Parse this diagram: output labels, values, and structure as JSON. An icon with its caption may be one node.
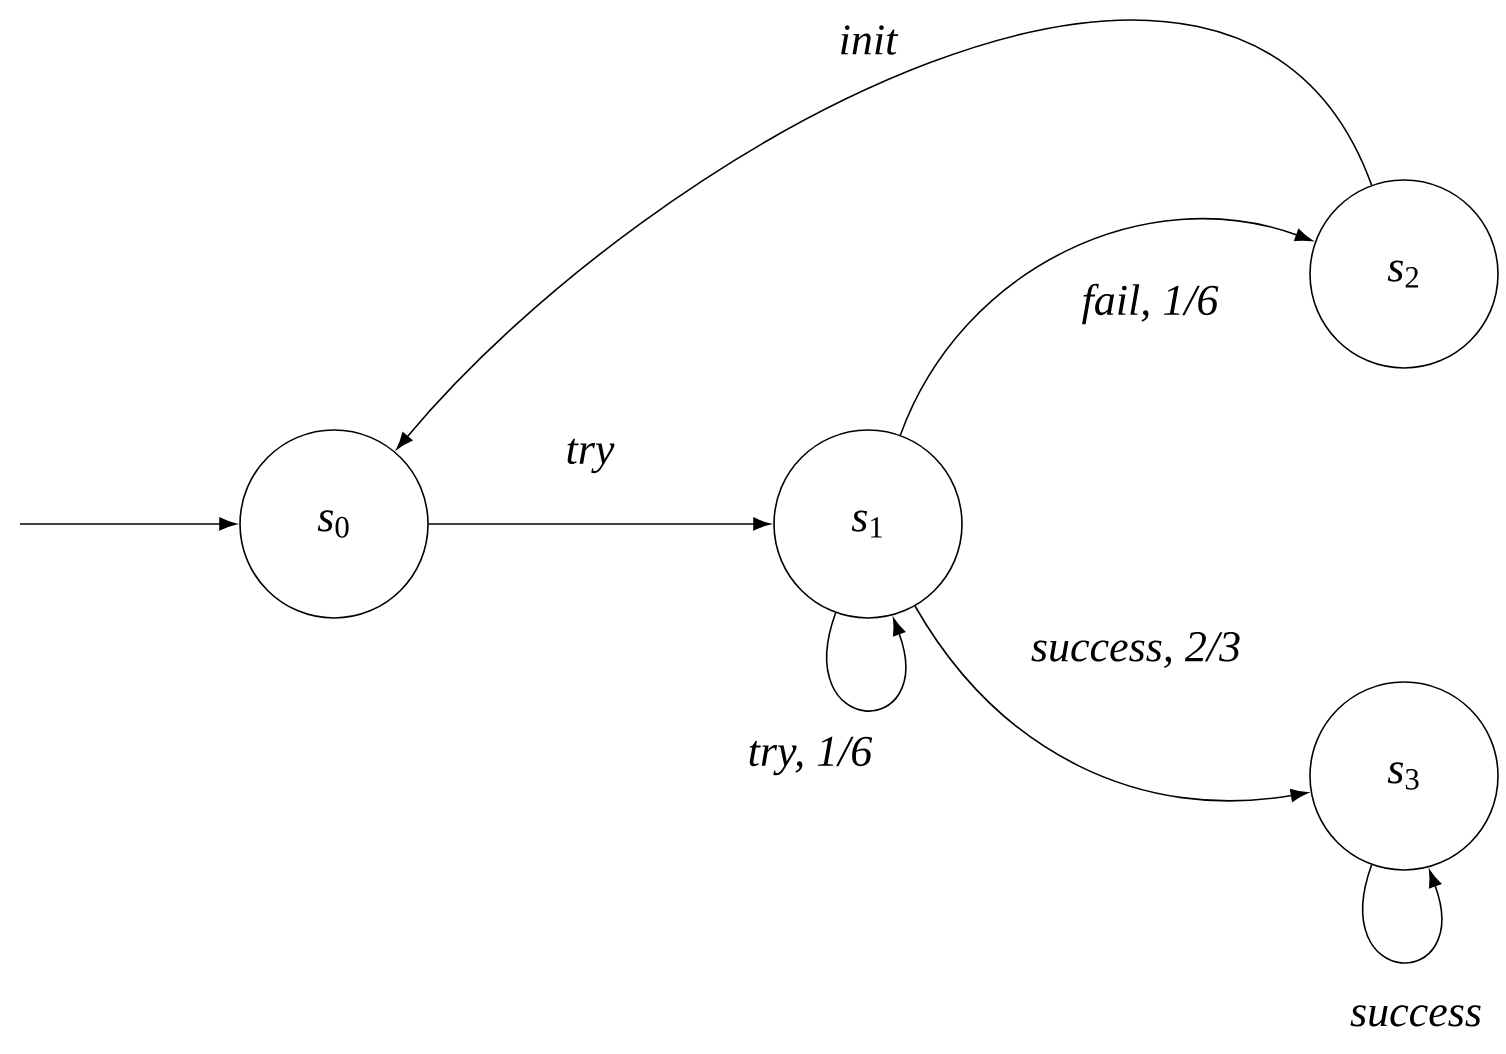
{
  "diagram": {
    "nodes": [
      {
        "text": [
          "*s*$_{0}$"
        ]
      },
      {
        "text": [
          "*s*$_{1}$"
        ]
      },
      {
        "text": [
          "*s*$_{2}$"
        ]
      },
      {
        "text": [
          "*s*$_{3}$"
        ]
      }
    ],
    "edges": [
      {
        "from": null,
        "to": 0,
        "arrow": "to"
      },
      {
        "from": 0,
        "to": 1,
        "arrow": "to",
        "label": "try"
      },
      {
        "from": 1,
        "to": 1,
        "arrow": "to",
        "label": "try, 1/6"
      },
      {
        "from": 1,
        "to": 2,
        "arrow": "to",
        "label": "fail, 1/6"
      },
      {
        "from": 1,
        "to": 3,
        "arrow": "to",
        "label": "success, 2/3"
      },
      {
        "from": 3,
        "to": 3,
        "arrow": "to",
        "label": "success"
      },
      {
        "from": 2,
        "to": 0,
        "arrow": "to",
        "label": "init"
      }
    ]
  }
}
